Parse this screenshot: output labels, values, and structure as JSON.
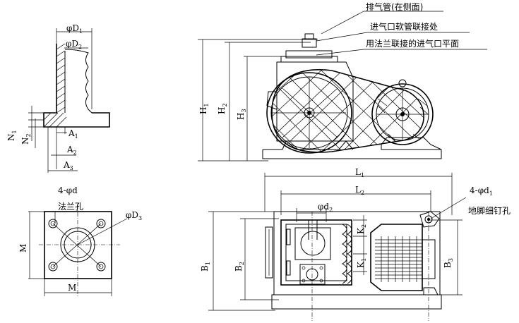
{
  "labels": {
    "D1": "φD",
    "D1_sub": "1",
    "D2": "φD",
    "D2_sub": "2",
    "N1": "N",
    "N1_sub": "1",
    "N2": "N",
    "N2_sub": "2",
    "A1": "A",
    "A1_sub": "1",
    "A2": "A",
    "A2_sub": "2",
    "A3": "A",
    "A3_sub": "3",
    "holes_4d": "4-φd",
    "flange_hole": "法兰孔",
    "D3": "φD",
    "D3_sub": "3",
    "M_left": "M",
    "M_bottom": "M",
    "H1": "H",
    "H1_sub": "1",
    "H2": "H",
    "H2_sub": "2",
    "H3": "H",
    "H3_sub": "3",
    "exhaust": "排气管(在侧面)",
    "inlet_hose": "进气口软管联接处",
    "inlet_flange": "用法兰联接的进气口平面",
    "L1": "L",
    "L1_sub": "1",
    "L2": "L",
    "L2_sub": "2",
    "d2": "φd",
    "d2_sub": "2",
    "holes_4d1": "4-φd",
    "holes_4d1_sub": "1",
    "anchor_hole": "地脚细钉孔",
    "K1": "K",
    "K1_sub": "1",
    "K2": "K",
    "K2_sub": "2",
    "B1": "B",
    "B1_sub": "1",
    "B2": "B",
    "B2_sub": "2",
    "B3": "B",
    "B3_sub": "3"
  }
}
